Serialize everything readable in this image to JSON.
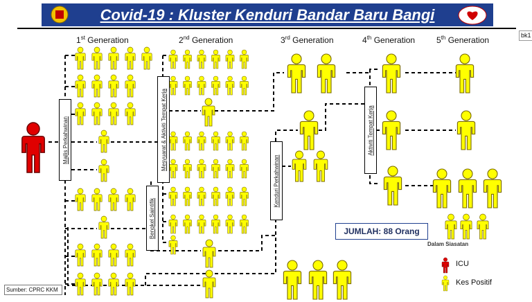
{
  "header": {
    "title": "Covid-19 : Kluster Kenduri Bandar Baru Bangi",
    "banner_color": "#1f3f8f",
    "logo_left": "malaysia-crest-icon",
    "logo_right": "kkm-heart-logo-icon"
  },
  "generations": [
    {
      "label": "1",
      "suffix": "st",
      "word": "Generation"
    },
    {
      "label": "2",
      "suffix": "nd",
      "word": "Generation"
    },
    {
      "label": "3",
      "suffix": "rd",
      "word": "Generation"
    },
    {
      "label": "4",
      "suffix": "th",
      "word": "Generation"
    },
    {
      "label": "5",
      "suffix": "th",
      "word": "Generation"
    }
  ],
  "corner_tag": "bk1",
  "events": {
    "majlis": "Majlis Perkahwinan",
    "mesyuarat": "Mesyuarat & Aktiviti Tempat Kerja",
    "bengkel": "Bengkel Saintifik",
    "kenduri": "Kenduri Perkahwinan",
    "aktiviti": "Aktiviti Tempat Kerja"
  },
  "total": "JUMLAH: 88 Orang",
  "dalam_siasatan": "Dalam Siasatan",
  "legend": {
    "icu": "ICU",
    "positive": "Kes Positif",
    "icu_color": "#e00000",
    "positive_color": "#ffff00"
  },
  "source": "Sumber: CPRC KKM"
}
